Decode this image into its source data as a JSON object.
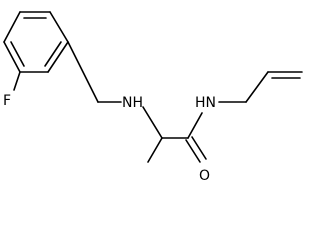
{
  "molecule": {
    "atoms": {
      "fluorine": "F",
      "amine_nh": "NH",
      "amide_nh": "HN",
      "carbonyl_o": "O"
    },
    "line_color": "#000000",
    "background": "#ffffff"
  }
}
